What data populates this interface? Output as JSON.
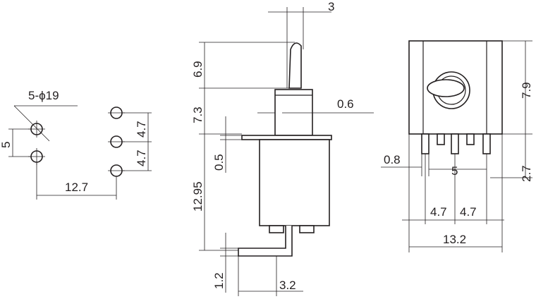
{
  "pcb_layout": {
    "hole_note": "5-ϕ19",
    "pitch_vertical_left": "5",
    "pitch_horizontal": "12.7",
    "pitch_right_upper": "4.7",
    "pitch_right_lower": "4.7"
  },
  "side_view": {
    "lever_width": "3",
    "lever_height": "6.9",
    "bushing_height": "7.3",
    "bushing_offset": "0.6",
    "flange_thickness": "0.5",
    "body_height": "12.95",
    "bracket_thickness": "1.2",
    "bracket_length": "3.2"
  },
  "front_view": {
    "terminal_width": "0.8",
    "terminal_pitch": "5",
    "body_height": "7.9",
    "terminal_length": "2.7",
    "pitch_left": "4.7",
    "pitch_right": "4.7",
    "body_width": "13.2"
  }
}
